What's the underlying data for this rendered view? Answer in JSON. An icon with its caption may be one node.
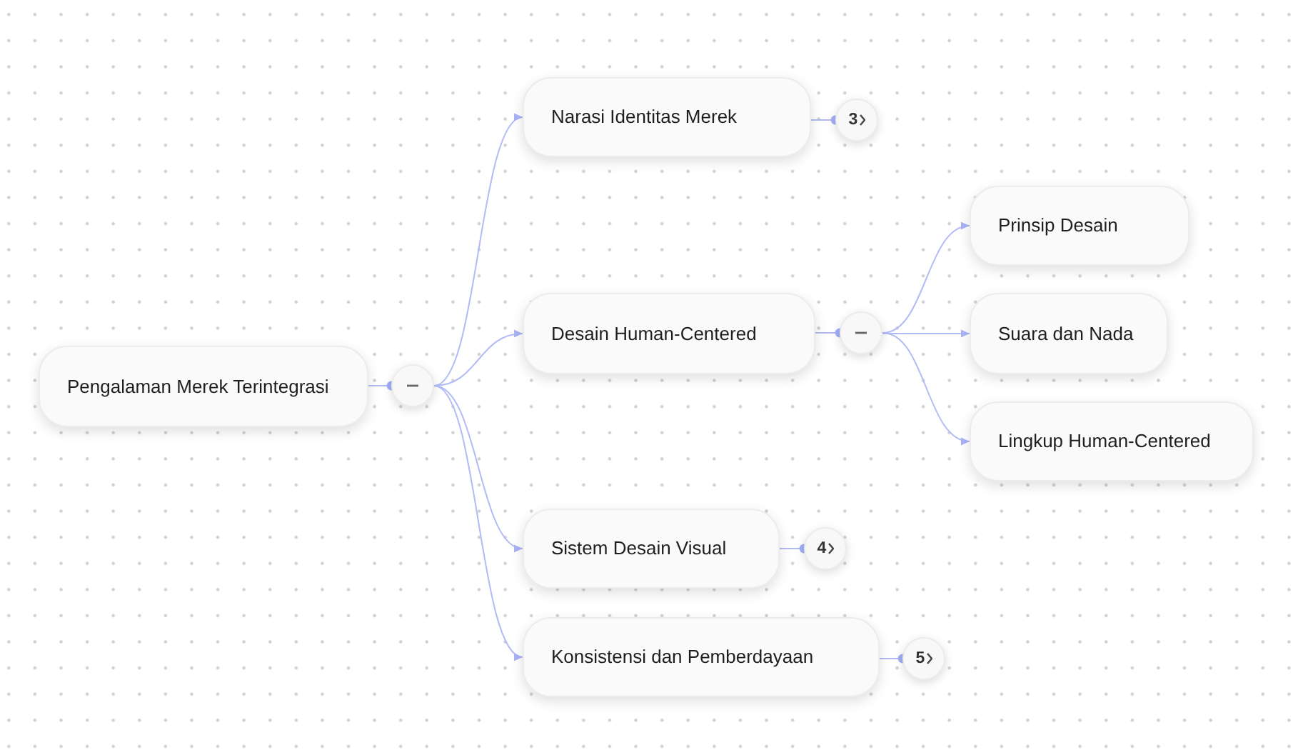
{
  "diagram": {
    "nodes": [
      {
        "text": [
          "Pengalaman Merek Terintegrasi"
        ]
      },
      {
        "text": [],
        "shape": "circle"
      },
      {
        "text": [
          "Narasi Identitas Merek"
        ]
      },
      {
        "text": [
          "3"
        ]
      },
      {
        "text": [
          "Desain Human-Centered"
        ]
      },
      {
        "text": [],
        "shape": "circle"
      },
      {
        "text": [
          "Prinsip Desain"
        ]
      },
      {
        "text": [
          "Suara dan Nada"
        ]
      },
      {
        "text": [
          "Lingkup Human-Centered"
        ]
      },
      {
        "text": [
          "Sistem Desain Visual"
        ]
      },
      {
        "text": [
          "4"
        ]
      },
      {
        "text": [
          "Konsistensi dan Pemberdayaan"
        ]
      },
      {
        "text": [
          "5"
        ]
      }
    ],
    "edges": [
      {
        "from": 0,
        "to": 1,
        "arrow": "other"
      },
      {
        "from": 1,
        "to": 2,
        "arrow": "to"
      },
      {
        "from": 1,
        "to": 4,
        "arrow": "to"
      },
      {
        "from": 1,
        "to": 9,
        "arrow": "to"
      },
      {
        "from": 1,
        "to": 11,
        "arrow": "to"
      },
      {
        "from": 2,
        "to": 3,
        "arrow": "other"
      },
      {
        "from": 4,
        "to": 5,
        "arrow": "other"
      },
      {
        "from": 5,
        "to": 6,
        "arrow": "to"
      },
      {
        "from": 5,
        "to": 7,
        "arrow": "to"
      },
      {
        "from": 5,
        "to": 8,
        "arrow": "to"
      },
      {
        "from": 9,
        "to": 10,
        "arrow": "other"
      },
      {
        "from": 11,
        "to": 12,
        "arrow": "other"
      }
    ]
  }
}
